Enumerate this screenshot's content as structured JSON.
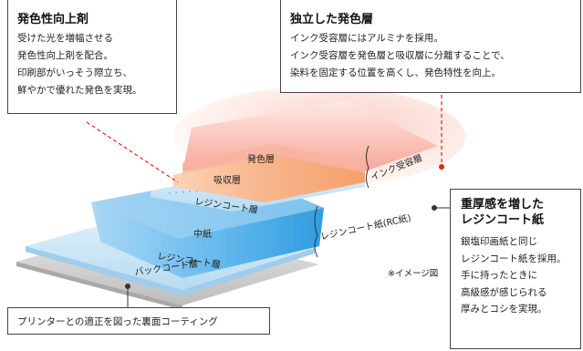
{
  "callouts": {
    "top_left": {
      "title": "発色性向上剤",
      "lines": [
        "受けた光を増幅させる",
        "発色性向上剤を配合。",
        "印刷部がいっそう際立ち、",
        "鮮やかで優れた発色を実現。"
      ]
    },
    "top_right": {
      "title": "独立した発色層",
      "lines": [
        "インク受容層にはアルミナを採用。",
        "インク受容層を発色層と吸収層に分離することで、",
        "染料を固定する位置を高くし、発色特性を向上。"
      ]
    },
    "right": {
      "title_lines": [
        "重厚感を増した",
        "レジンコート紙"
      ],
      "lines": [
        "銀塩印画紙と同じ",
        "レジンコート紙を採用。",
        "手に持ったときに",
        "高級感が感じられる",
        "厚みとコシを実現。"
      ]
    },
    "bottom_left": {
      "text": "プリンターとの適正を図った裏面コーティング"
    }
  },
  "layers": {
    "color_layer": "発色層",
    "absorb_layer": "吸収層",
    "resin_top": "レジンコート層",
    "middle_paper": "中紙",
    "resin_bottom": "レジンコート層",
    "back_coat": "バックコート層"
  },
  "brackets": {
    "ink_receiving": "インク受容層",
    "rc_paper": "レジンコート紙(RC紙)"
  },
  "note": "※イメージ図",
  "colors": {
    "color_layer": "#f9b7a6",
    "absorb_layer": "#f7a76e",
    "resin": "#c9e3f3",
    "middle_paper": "#7cc4ee",
    "back_coat": "#d9d9d9",
    "leader_red": "#e2231a"
  }
}
